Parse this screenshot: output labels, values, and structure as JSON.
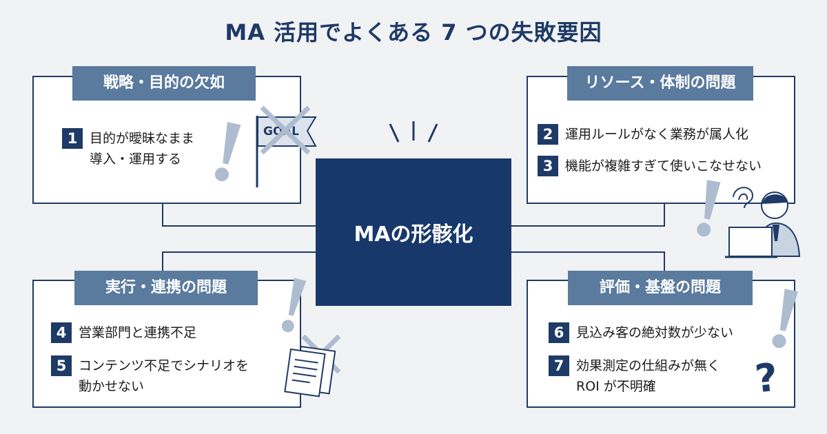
{
  "title": "MA 活用でよくある 7 つの失敗要因",
  "center": {
    "label": "MAの形骸化"
  },
  "colors": {
    "navy": "#1e3a66",
    "center_fill": "#17386a",
    "tag_fill": "#5a7a9e",
    "background": "#f1f2f4",
    "accent_gray": "#aebcd0"
  },
  "categories": [
    {
      "label": "戦略・目的の欠如",
      "items": [
        {
          "num": "1",
          "text": "目的が曖昧なまま\n導入・運用する"
        }
      ]
    },
    {
      "label": "リソース・体制の問題",
      "items": [
        {
          "num": "2",
          "text": "運用ルールがなく業務が属人化"
        },
        {
          "num": "3",
          "text": "機能が複雑すぎて使いこなせない"
        }
      ]
    },
    {
      "label": "実行・連携の問題",
      "items": [
        {
          "num": "4",
          "text": "営業部門と連携不足"
        },
        {
          "num": "5",
          "text": "コンテンツ不足でシナリオを\n動かせない"
        }
      ]
    },
    {
      "label": "評価・基盤の問題",
      "items": [
        {
          "num": "6",
          "text": "見込み客の絶対数が少ない"
        },
        {
          "num": "7",
          "text": "効果測定の仕組みが無く\nROI が不明確"
        }
      ]
    }
  ],
  "illustrations": {
    "flag_label": "GOAL",
    "icons": [
      "goal-flag-icon",
      "exclamation-icon",
      "person-laptop-icon",
      "documents-icon",
      "question-icon"
    ]
  }
}
